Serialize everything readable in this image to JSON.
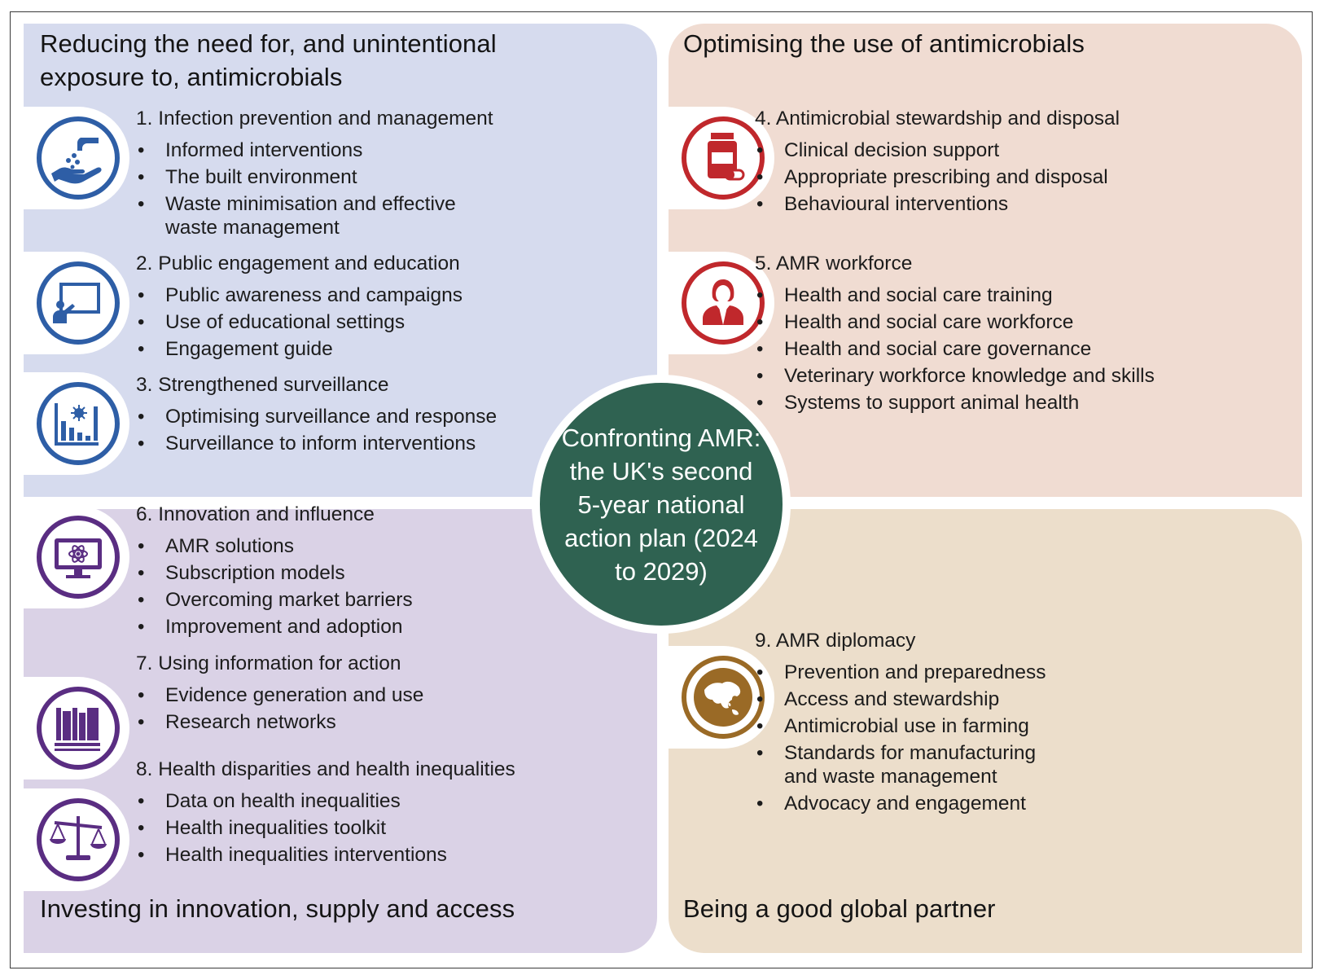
{
  "center_text": "Confronting AMR: the UK's second 5-year national action plan (2024 to 2029)",
  "colors": {
    "q1_bg": "#d6dbee",
    "q2_bg": "#f0dcd2",
    "q3_bg": "#dad2e6",
    "q4_bg": "#ecdecb",
    "blue": "#2e5ea6",
    "red": "#c0282c",
    "purple": "#5a2d82",
    "brown": "#9a6a26",
    "center": "#2f6251"
  },
  "quadrants": {
    "q1": {
      "title_line1": "Reducing the need for, and unintentional",
      "title_line2": "exposure to, antimicrobials",
      "items": [
        {
          "heading": "1. Infection prevention and management",
          "icon": "hand-washing-icon",
          "bullets": [
            "Informed interventions",
            "The built environment",
            "Waste minimisation and effective",
            "waste management"
          ]
        },
        {
          "heading": "2. Public engagement and education",
          "icon": "presentation-board-icon",
          "bullets": [
            "Public awareness and campaigns",
            "Use of educational settings",
            "Engagement guide"
          ]
        },
        {
          "heading": "3. Strengthened surveillance",
          "icon": "surveillance-chart-icon",
          "bullets": [
            "Optimising surveillance and response",
            "Surveillance to inform interventions"
          ]
        }
      ]
    },
    "q2": {
      "title": "Optimising the use of antimicrobials",
      "items": [
        {
          "heading": "4. Antimicrobial stewardship and disposal",
          "icon": "medicine-bottle-icon",
          "bullets": [
            "Clinical decision support",
            "Appropriate prescribing and disposal",
            "Behavioural interventions"
          ]
        },
        {
          "heading": "5. AMR workforce",
          "icon": "health-worker-icon",
          "bullets": [
            "Health and social care training",
            "Health and social care workforce",
            "Health and social care governance",
            "Veterinary workforce knowledge and skills",
            "Systems to support animal health"
          ]
        }
      ]
    },
    "q3": {
      "title": "Investing in innovation, supply and access",
      "items": [
        {
          "heading": "6. Innovation and influence",
          "icon": "computer-atom-icon",
          "bullets": [
            "AMR solutions",
            "Subscription models",
            "Overcoming market barriers",
            "Improvement and adoption"
          ]
        },
        {
          "heading": "7. Using information for action",
          "icon": "books-icon",
          "bullets": [
            "Evidence generation and use",
            "Research networks"
          ]
        },
        {
          "heading": "8. Health disparities and health inequalities",
          "icon": "scales-icon",
          "bullets": [
            "Data on health inequalities",
            "Health inequalities toolkit",
            "Health inequalities interventions"
          ]
        }
      ]
    },
    "q4": {
      "title": "Being a good global partner",
      "items": [
        {
          "heading": "9. AMR diplomacy",
          "icon": "globe-icon",
          "bullets": [
            "Prevention and preparedness",
            "Access and stewardship",
            "Antimicrobial use in farming",
            "Standards for manufacturing",
            "and waste management",
            "Advocacy and engagement"
          ]
        }
      ]
    }
  }
}
